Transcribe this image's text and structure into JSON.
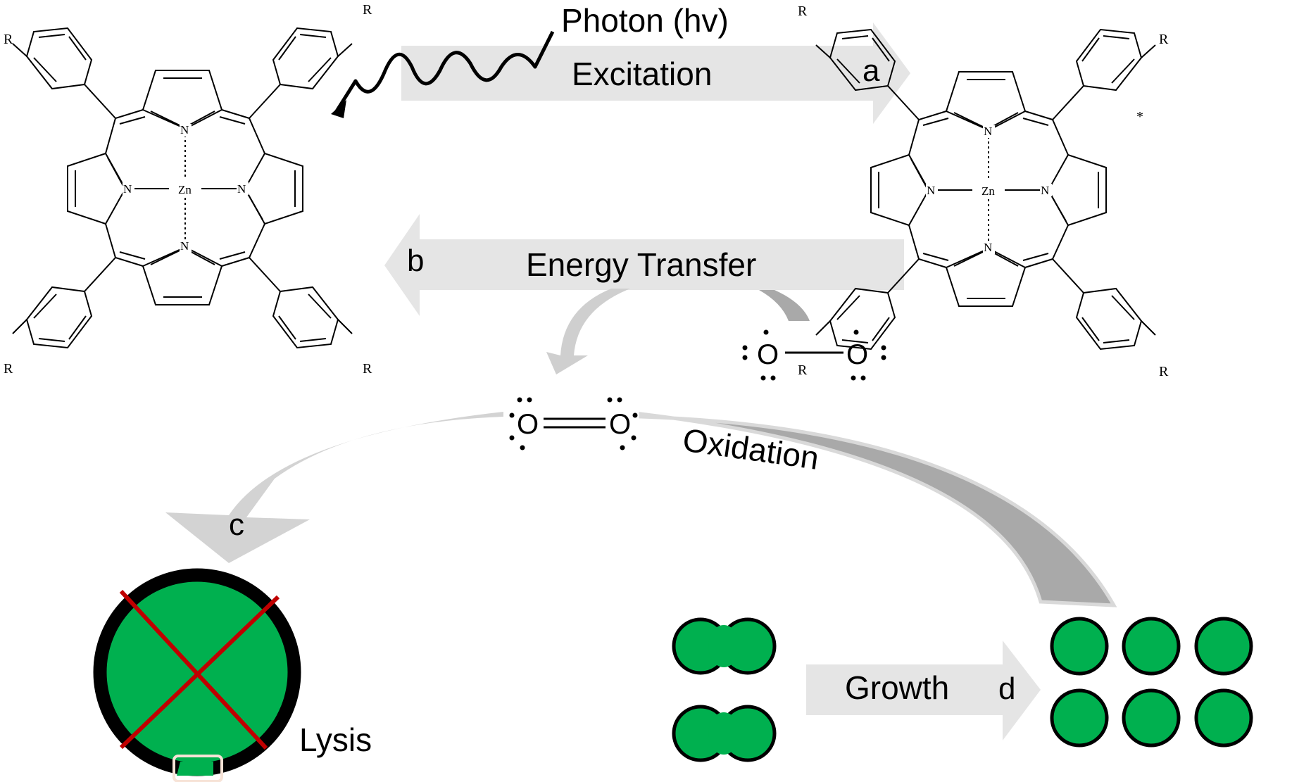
{
  "labels": {
    "photon": "Photon (hv)",
    "excitation": "Excitation",
    "energy_transfer": "Energy Transfer",
    "oxidation": "Oxidation",
    "lysis": "Lysis",
    "growth": "Growth"
  },
  "step_letters": {
    "a": "a",
    "b": "b",
    "c": "c",
    "d": "d"
  },
  "atoms": {
    "nitrogen": "N",
    "zinc": "Zn",
    "substituent": "R",
    "oxygen": "O",
    "excited_mark": "*"
  },
  "colors": {
    "arrow_light": "#e5e5e5",
    "arrow_medium": "#c9c9c9",
    "arrow_dark": "#a9a9a9",
    "cell_green": "#00b04f",
    "cell_outline": "#000000",
    "cross_red": "#c00000"
  }
}
